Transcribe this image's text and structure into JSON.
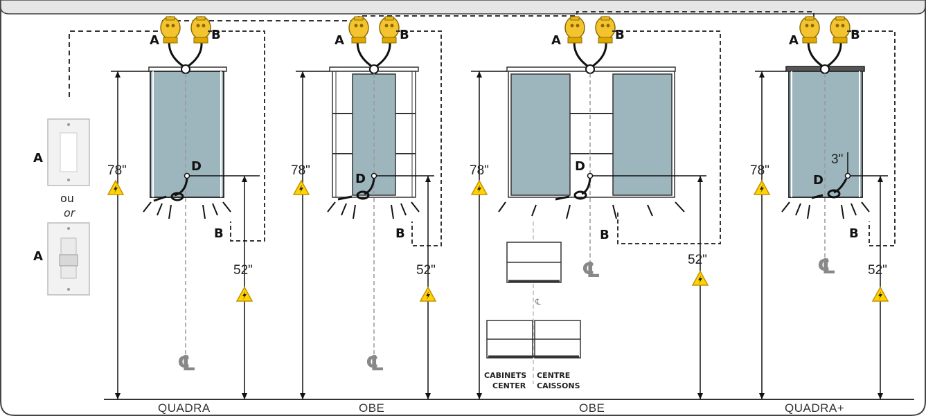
{
  "labels": {
    "connector_a": "A",
    "connector_b": "B",
    "switch_a": "A",
    "outlet_d": "D",
    "or_fr": "ou",
    "or_en": "or",
    "centerline": "℄"
  },
  "dimensions": {
    "height_78": "78\"",
    "height_52": "52\"",
    "offset_3": "3\""
  },
  "cabinets_center": {
    "line1_en": "CABINETS",
    "line2_en": "CENTER",
    "line1_fr": "CENTRE",
    "line2_fr": "CAISSONS"
  },
  "models": [
    "QUADRA",
    "OBE",
    "OBE",
    "QUADRA+"
  ],
  "colors": {
    "mirror_fill": "#9db5bd",
    "connector_yellow": "#f4c430",
    "warning_yellow": "#ffd400",
    "line_dark": "#111111",
    "dash_gray": "#999999"
  }
}
